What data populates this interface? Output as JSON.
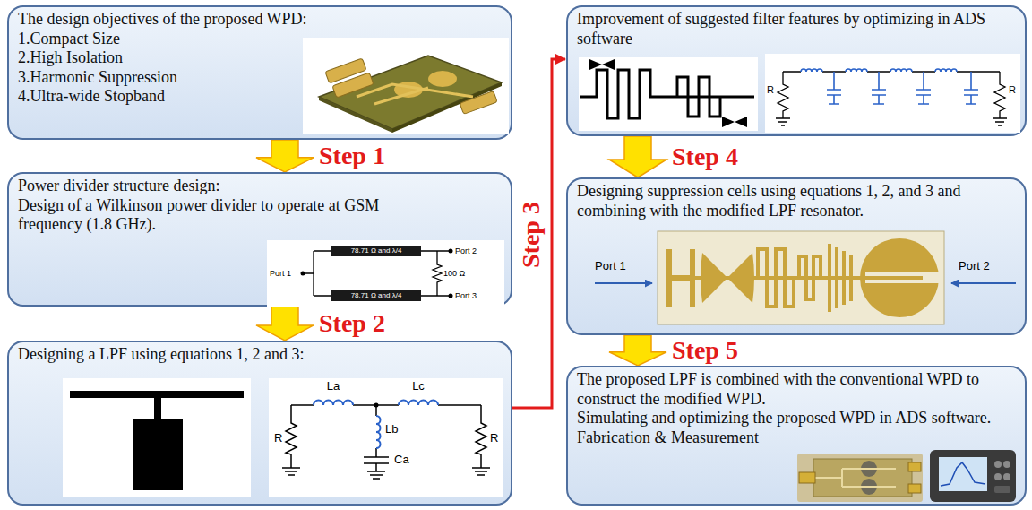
{
  "diagram": {
    "nodes": [
      {
        "text": [
          "The design objectives of the proposed WPD:",
          "1.Compact Size",
          "2.High Isolation",
          "3.Harmonic Suppression",
          "4.Ultra-wide Stopband"
        ]
      },
      {
        "text": [
          "Power divider structure design:",
          "Design of a Wilkinson power divider to operate at GSM frequency (1.8 GHz)."
        ]
      },
      {
        "text": [
          "Designing a LPF using equations 1, 2 and 3:"
        ]
      },
      {
        "text": [
          "Improvement of suggested filter features by optimizing in ADS software"
        ]
      },
      {
        "text": [
          "Designing suppression cells using equations 1, 2, and 3 and combining with the modified LPF resonator."
        ]
      },
      {
        "text": [
          "The proposed LPF is combined with the conventional WPD to construct the modified WPD.",
          "Simulating and optimizing the proposed WPD in ADS software.",
          "Fabrication & Measurement"
        ]
      }
    ],
    "edges": [
      {
        "from": 0,
        "to": 1,
        "arrow": "to",
        "label": "Step 1"
      },
      {
        "from": 1,
        "to": 2,
        "arrow": "to",
        "label": "Step 2"
      },
      {
        "from": 2,
        "to": 3,
        "arrow": "to",
        "label": "Step 3"
      },
      {
        "from": 3,
        "to": 4,
        "arrow": "to",
        "label": "Step 4"
      },
      {
        "from": 4,
        "to": 5,
        "arrow": "to",
        "label": "Step 5"
      }
    ],
    "labels": [
      "78.71 Ω and λ/4",
      "78.71 Ω and λ/4",
      "Port 1",
      "Port 2",
      "Port 3",
      "100 Ω",
      "R",
      "La",
      "Lb",
      "Ca",
      "Lc",
      "R",
      "R",
      "R",
      "Port 1",
      "Port 2"
    ]
  }
}
